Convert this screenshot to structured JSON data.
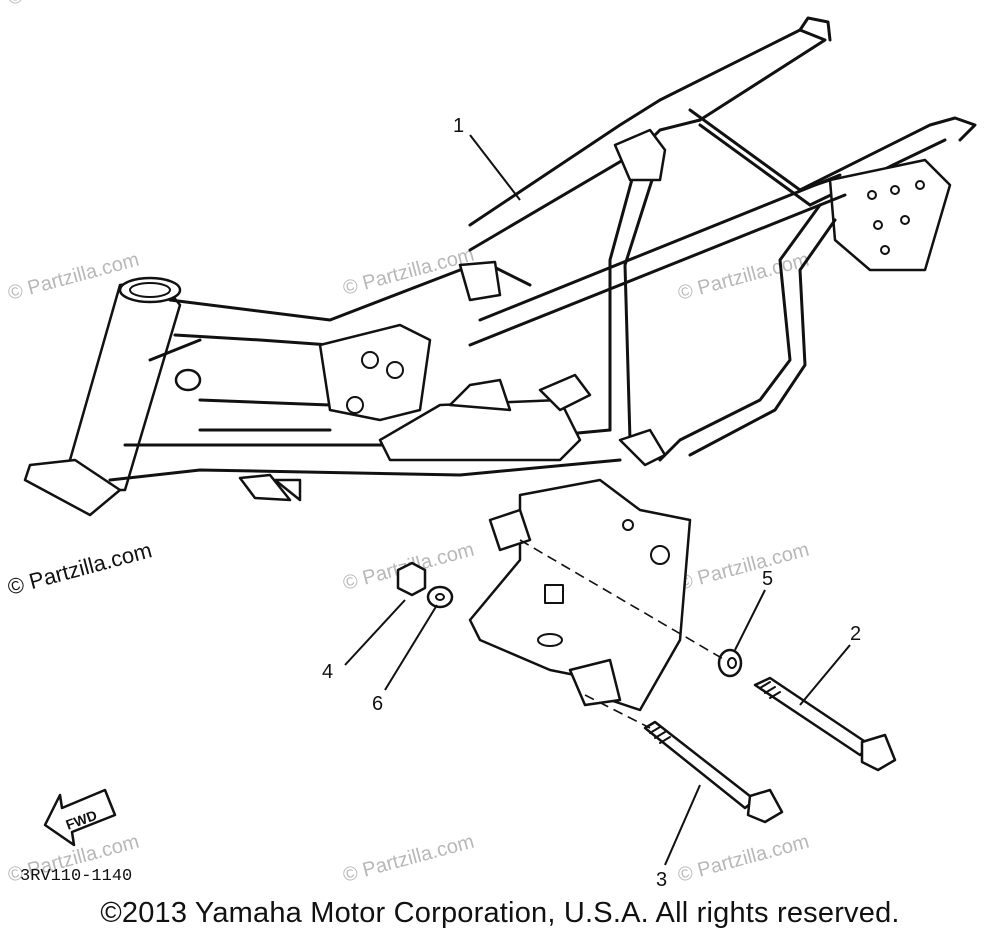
{
  "diagram": {
    "callouts": [
      "1",
      "2",
      "3",
      "4",
      "5",
      "6"
    ],
    "fwd_label": "FWD",
    "part_code": "3RV110-1140",
    "watermarks": [
      "© Partzilla.com",
      "© Partzilla.com",
      "© Partzilla.com",
      "© Partzilla.com",
      "© Partzilla.com",
      "© Partzilla.com",
      "© Partzilla.com",
      "© Partzilla.com",
      "© Partzilla.com"
    ],
    "watermark_prominent": "© Partzilla.com"
  },
  "footer": {
    "copyright": "©2013 Yamaha Motor Corporation, U.S.A. All rights reserved."
  }
}
